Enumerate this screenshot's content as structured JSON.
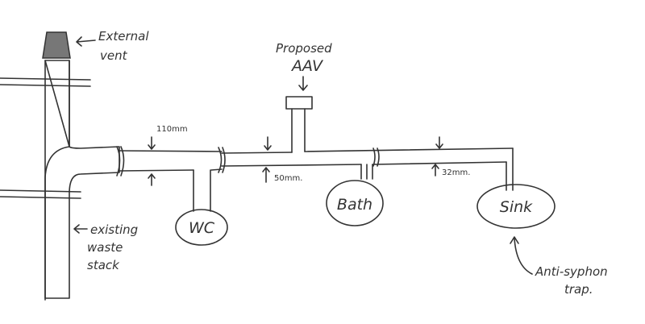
{
  "labels": {
    "external_vent": [
      "External",
      "vent"
    ],
    "proposed_aav": [
      "Proposed",
      "AAV"
    ],
    "pipe_110": "110mm",
    "pipe_50": "50mm.",
    "pipe_32": "32mm.",
    "wc": "WC",
    "bath": "Bath",
    "sink": "Sink",
    "waste_stack": [
      "existing",
      "waste",
      "stack"
    ],
    "anti_syphon": [
      "Anti-syphon",
      "trap."
    ]
  }
}
